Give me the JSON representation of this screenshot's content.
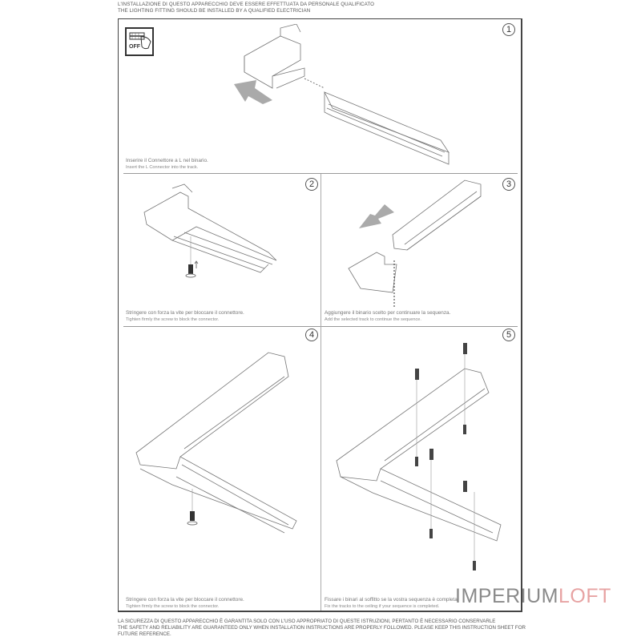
{
  "header": {
    "line_it": "L'INSTALLAZIONE DI QUESTO APPARECCHIO DEVE ESSERE EFFETTUATA DA PERSONALE QUALIFICATO",
    "line_en": "THE LIGHTING FITTING SHOULD BE INSTALLED BY A QUALIFIED ELECTRICIAN"
  },
  "power_off_icon": {
    "label": "OFF"
  },
  "steps": [
    {
      "number": "1",
      "caption_it": "Inserire il Connettore a L nel binario.",
      "caption_en": "Insert the L Connector into the track."
    },
    {
      "number": "2",
      "caption_it": "Stringere con forza la vite per bloccare il connettore.",
      "caption_en": "Tighten firmly the screw to block the connector."
    },
    {
      "number": "3",
      "caption_it": "Aggiungere il binario scelto per continuare la sequenza.",
      "caption_en": "Add the selected track to continue the sequence."
    },
    {
      "number": "4",
      "caption_it": "Stringere con forza la vite per bloccare il connettore.",
      "caption_en": "Tighten firmly the screw to block the connector."
    },
    {
      "number": "5",
      "caption_it": "Fissare i binari al soffitto se la vostra sequenza è completa.",
      "caption_en": "Fix the tracks to the ceiling if your sequence is completed."
    }
  ],
  "footer": {
    "line_it": "LA SICUREZZA DI QUESTO APPARECCHIO È GARANTITA SOLO CON L'USO APPROPRIATO DI QUESTE ISTRUZIONI, PERTANTO È NECESSARIO CONSERVARLE",
    "line_en": "THE SAFETY AND RELIABILITY ARE GUARANTEED ONLY WHEN INSTALLATION INSTRUCTIONS ARE PROPERLY FOLLOWED. PLEASE KEEP THIS INSTRUCTION SHEET FOR FUTURE REFERENCE."
  },
  "watermark": {
    "part1": "IMPERIUM",
    "part2": "LOFT",
    "color1": "#8a8a8a",
    "color2": "#e7a3a3"
  }
}
